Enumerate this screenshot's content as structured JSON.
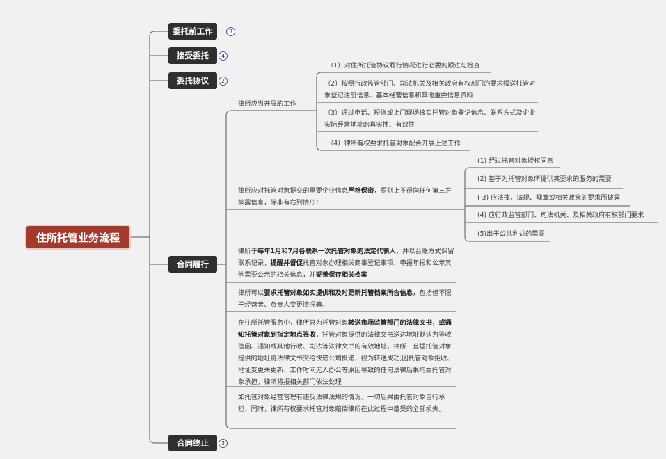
{
  "root": "住所托管业务流程",
  "branches": [
    {
      "label": "委托前工作",
      "badge": "3"
    },
    {
      "label": "接受委托",
      "badge": "4"
    },
    {
      "label": "委托协议",
      "badge": "2"
    },
    {
      "label": "合同履行"
    },
    {
      "label": "合同终止",
      "badge": "3"
    }
  ],
  "performance": {
    "work": {
      "label": "律所应当开展的工作",
      "items": [
        "（1）对住所托管协议履行情况进行必要的跟进与检查",
        "（2）按照行政监管部门、司法机关及相关政府有权部门的要求报送托管对象登记注册信息、基本经营信息和其他重要信息资料",
        "（3）通过电话、短信或上门现场核实托管对象登记信息、联系方式及企业实际经营地址的真实性、有效性",
        "（4）律所有权要求托管对象配合开展上述工作"
      ]
    },
    "confidential": {
      "pre": "律所应对托管对象提交的重要企业信息",
      "bold": "严格保密",
      "post": "，原则上不得向任何第三方披露信息，除非有右列情形：",
      "items": [
        "(1) 经过托管对象授权同意",
        "(2) 基于为托管对象所提供其要求的服务的需要",
        "( 3) 应法律、法规、规章或相关政策的要求而披露",
        "(4) 应行政监管部门、司法机关、及相关政府有权部门要求",
        "(5)出于公共利益的需要"
      ]
    },
    "contact": {
      "p1": "律所于",
      "b1": "每年1月和7月各联系一次托管对象的法定代表人",
      "p2": "，并以台账方式保留联系记录，",
      "b2": "提醒并督促",
      "p3": "托管对象办理相关商事登记事项、申报年报和公示其他需要公示的相关信息，并",
      "b3": "妥善保存相关档案"
    },
    "update": {
      "p1": "律所可以",
      "b1": "要求托管对象如实提供和及时更新托管档案所含信息",
      "p2": "，包括但不限于经营者、负责人变更情况等。"
    },
    "service": {
      "p1": "在住所托管服务中，律所只为托管对象",
      "b1": "转送市场监管部门的法律文书，或通知托管对象到指定地点签收",
      "p2": "，托管对象提供的法律文书送达地址默认为签收信函、通知或其他行政、司法等法律文书的有效地址，律所一旦据托管对象提供的地址将法律文书交给快递公司投递，视为转送成功;因托管对象拒收、地址变更未更新、工作时间无人办公等原因导致的任何法律后果均由托管对象承担，律所将报相关部门依法处理"
    },
    "violation": "如托管对象经营管理有违反法律法规的情况，一切后果由托管对象自行承担，同时，律所有权要求托管对象赔偿律所在此过程中遭受的全部损失。"
  }
}
